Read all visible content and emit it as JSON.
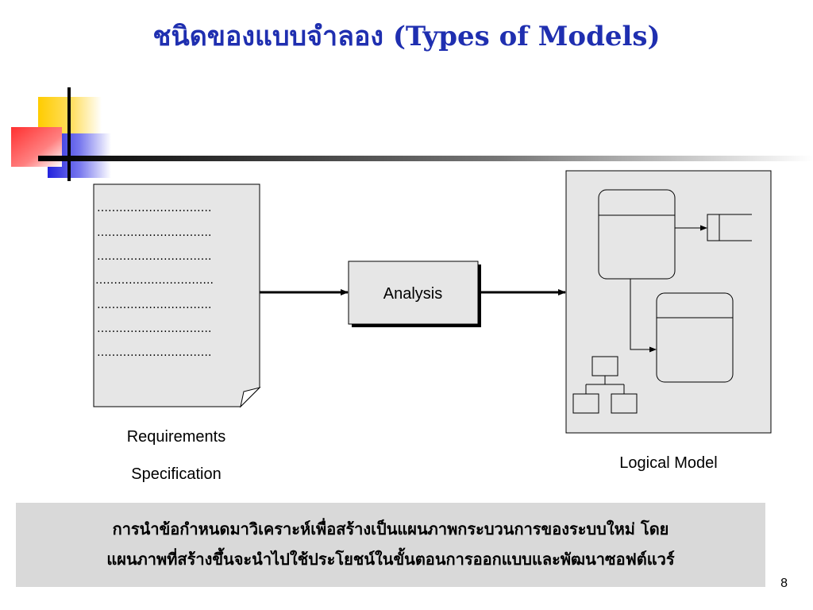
{
  "title": "ชนิดของแบบจำลอง (Types of Models)",
  "diagram": {
    "document_lines": [
      "………………………….",
      "………………………….",
      "………………………….",
      "…………………………..",
      "………………………….",
      "………………………….",
      "…………………………."
    ],
    "process_label": "Analysis",
    "input_label_line1": "Requirements",
    "input_label_line2": "Specification",
    "output_label": "Logical Model"
  },
  "footer": {
    "line1": "การนำข้อกำหนดมาวิเคราะห์เพื่อสร้างเป็นแผนภาพกระบวนการของระบบใหม่ โดย",
    "line2": "แผนภาพที่สร้างขึ้นจะนำไปใช้ประโยชน์ในขั้นตอนการออกแบบและพัฒนาซอฟต์แวร์"
  },
  "page_number": "8",
  "colors": {
    "title": "#1f2fb0",
    "deco_yellow": "#ffcc00",
    "deco_red": "#ff2020",
    "deco_blue": "#2020e0",
    "panel_gray": "#e6e6e6",
    "footer_bg": "#d9d9d9"
  }
}
